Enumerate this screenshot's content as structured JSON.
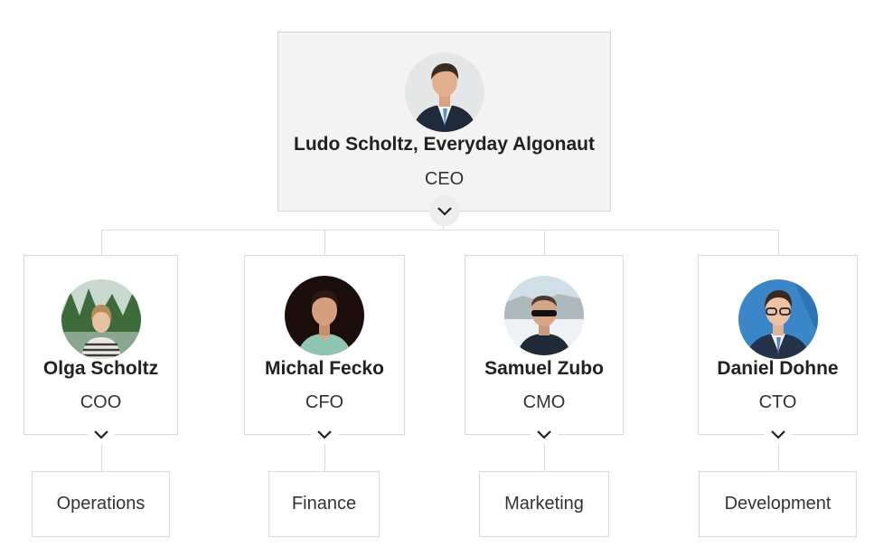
{
  "ceo": {
    "name": "Ludo Scholtz, Everyday Algonaut",
    "title": "CEO",
    "avatar_icon": "person-photo-icon",
    "expand_icon": "chevron-down-icon"
  },
  "reports": [
    {
      "name": "Olga Scholtz",
      "title": "COO",
      "department": "Operations",
      "avatar_icon": "person-photo-icon"
    },
    {
      "name": "Michal Fecko",
      "title": "CFO",
      "department": "Finance",
      "avatar_icon": "person-photo-icon"
    },
    {
      "name": "Samuel Zubo",
      "title": "CMO",
      "department": "Marketing",
      "avatar_icon": "person-photo-icon"
    },
    {
      "name": "Daniel Dohne",
      "title": "CTO",
      "department": "Development",
      "avatar_icon": "person-photo-icon"
    }
  ],
  "colors": {
    "card_border": "#d9d9d9",
    "ceo_card_background": "#f4f4f4",
    "connector": "#dcdcdc",
    "text": "#212121"
  }
}
